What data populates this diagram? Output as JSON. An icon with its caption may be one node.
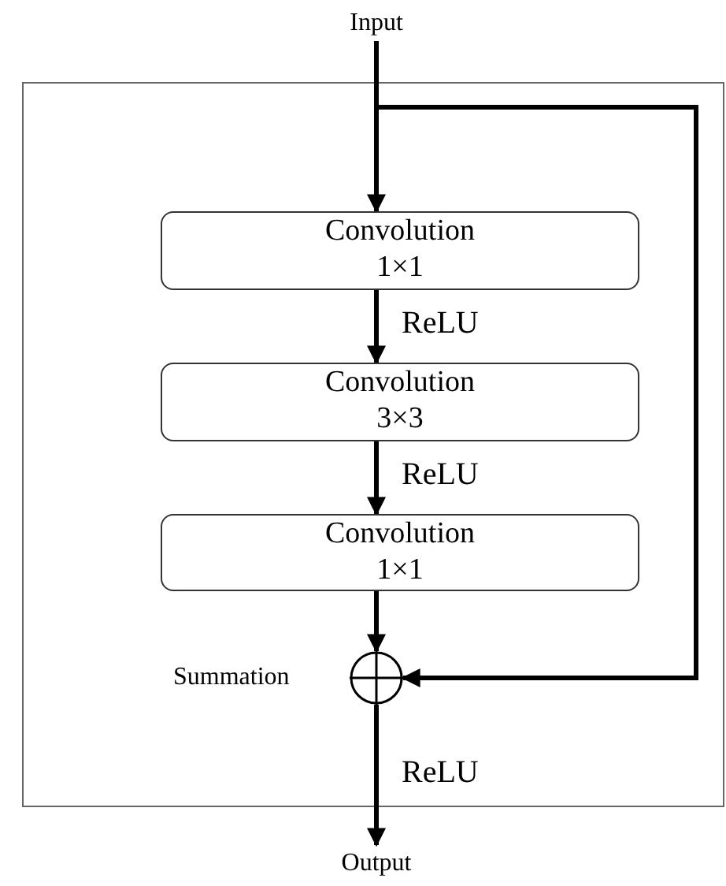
{
  "diagram": {
    "nodes": [
      {
        "text": [
          "Input"
        ]
      },
      {
        "text": [
          "Convolution",
          "1×1"
        ]
      },
      {
        "text": [
          "Convolution",
          "3×3"
        ]
      },
      {
        "text": [
          "Convolution",
          "1×1"
        ]
      },
      {
        "text": [],
        "shape": "circle",
        "beside": [
          "Summation"
        ]
      },
      {
        "text": [
          "Output"
        ]
      }
    ],
    "edges": [
      {
        "from": 0,
        "to": 1,
        "arrow": "to"
      },
      {
        "from": 1,
        "to": 2,
        "arrow": "to",
        "label": "ReLU"
      },
      {
        "from": 2,
        "to": 3,
        "arrow": "to",
        "label": "ReLU"
      },
      {
        "from": 3,
        "to": 4,
        "arrow": "to"
      },
      {
        "from": 0,
        "to": 4,
        "arrow": "to"
      },
      {
        "from": 4,
        "to": 5,
        "arrow": "to",
        "label": "ReLU"
      }
    ]
  }
}
